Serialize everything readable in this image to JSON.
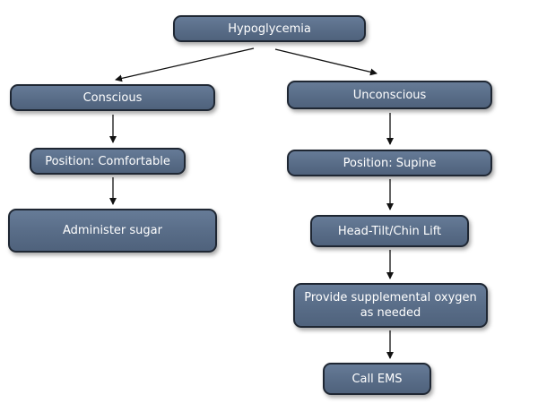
{
  "nodes": {
    "hypoglycemia": "Hypoglycemia",
    "conscious": "Conscious",
    "unconscious": "Unconscious",
    "position_comfortable": "Position: Comfortable",
    "position_supine": "Position: Supine",
    "administer_sugar": "Administer sugar",
    "head_tilt": "Head-Tilt/Chin Lift",
    "oxygen_line1": "Provide supplemental oxygen",
    "oxygen_line2": "as needed",
    "call_ems": "Call EMS"
  },
  "colors": {
    "node_fill": "#5b6f8b",
    "node_border": "#1f2733",
    "node_text": "#ffffff",
    "arrow": "#111111"
  }
}
